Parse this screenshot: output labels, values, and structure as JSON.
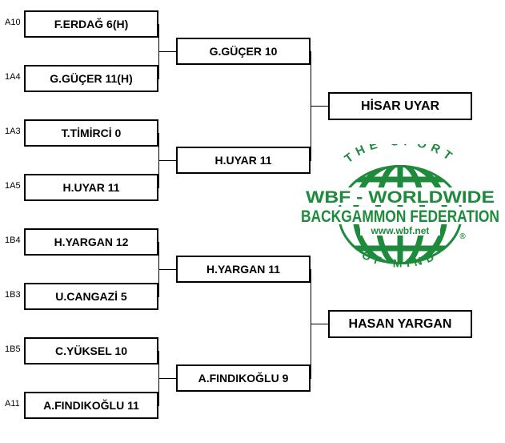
{
  "round1": [
    {
      "seed": "A10",
      "name": "F.ERDAĞ  6(H)"
    },
    {
      "seed": "1A4",
      "name": "G.GÜÇER  11(H)"
    },
    {
      "seed": "1A3",
      "name": "T.TİMİRCİ  0"
    },
    {
      "seed": "1A5",
      "name": "H.UYAR  11"
    },
    {
      "seed": "1B4",
      "name": "H.YARGAN  12"
    },
    {
      "seed": "1B3",
      "name": "U.CANGAZİ  5"
    },
    {
      "seed": "1B5",
      "name": "C.YÜKSEL  10"
    },
    {
      "seed": "A11",
      "name": "A.FINDIKOĞLU  11"
    }
  ],
  "round2": [
    {
      "name": "G.GÜÇER  10"
    },
    {
      "name": "H.UYAR  11"
    },
    {
      "name": "H.YARGAN  11"
    },
    {
      "name": "A.FINDIKOĞLU  9"
    }
  ],
  "finals": [
    {
      "name": "HİSAR UYAR"
    },
    {
      "name": "HASAN YARGAN"
    }
  ],
  "logo": {
    "top_text": "THE SPORT",
    "line1": "WBF - WORLDWIDE",
    "line2": "BACKGAMMON FEDERATION",
    "url": "www.wbf.net",
    "registered": "®",
    "bottom_text": "OF MIND",
    "green": "#1e8a3c"
  }
}
